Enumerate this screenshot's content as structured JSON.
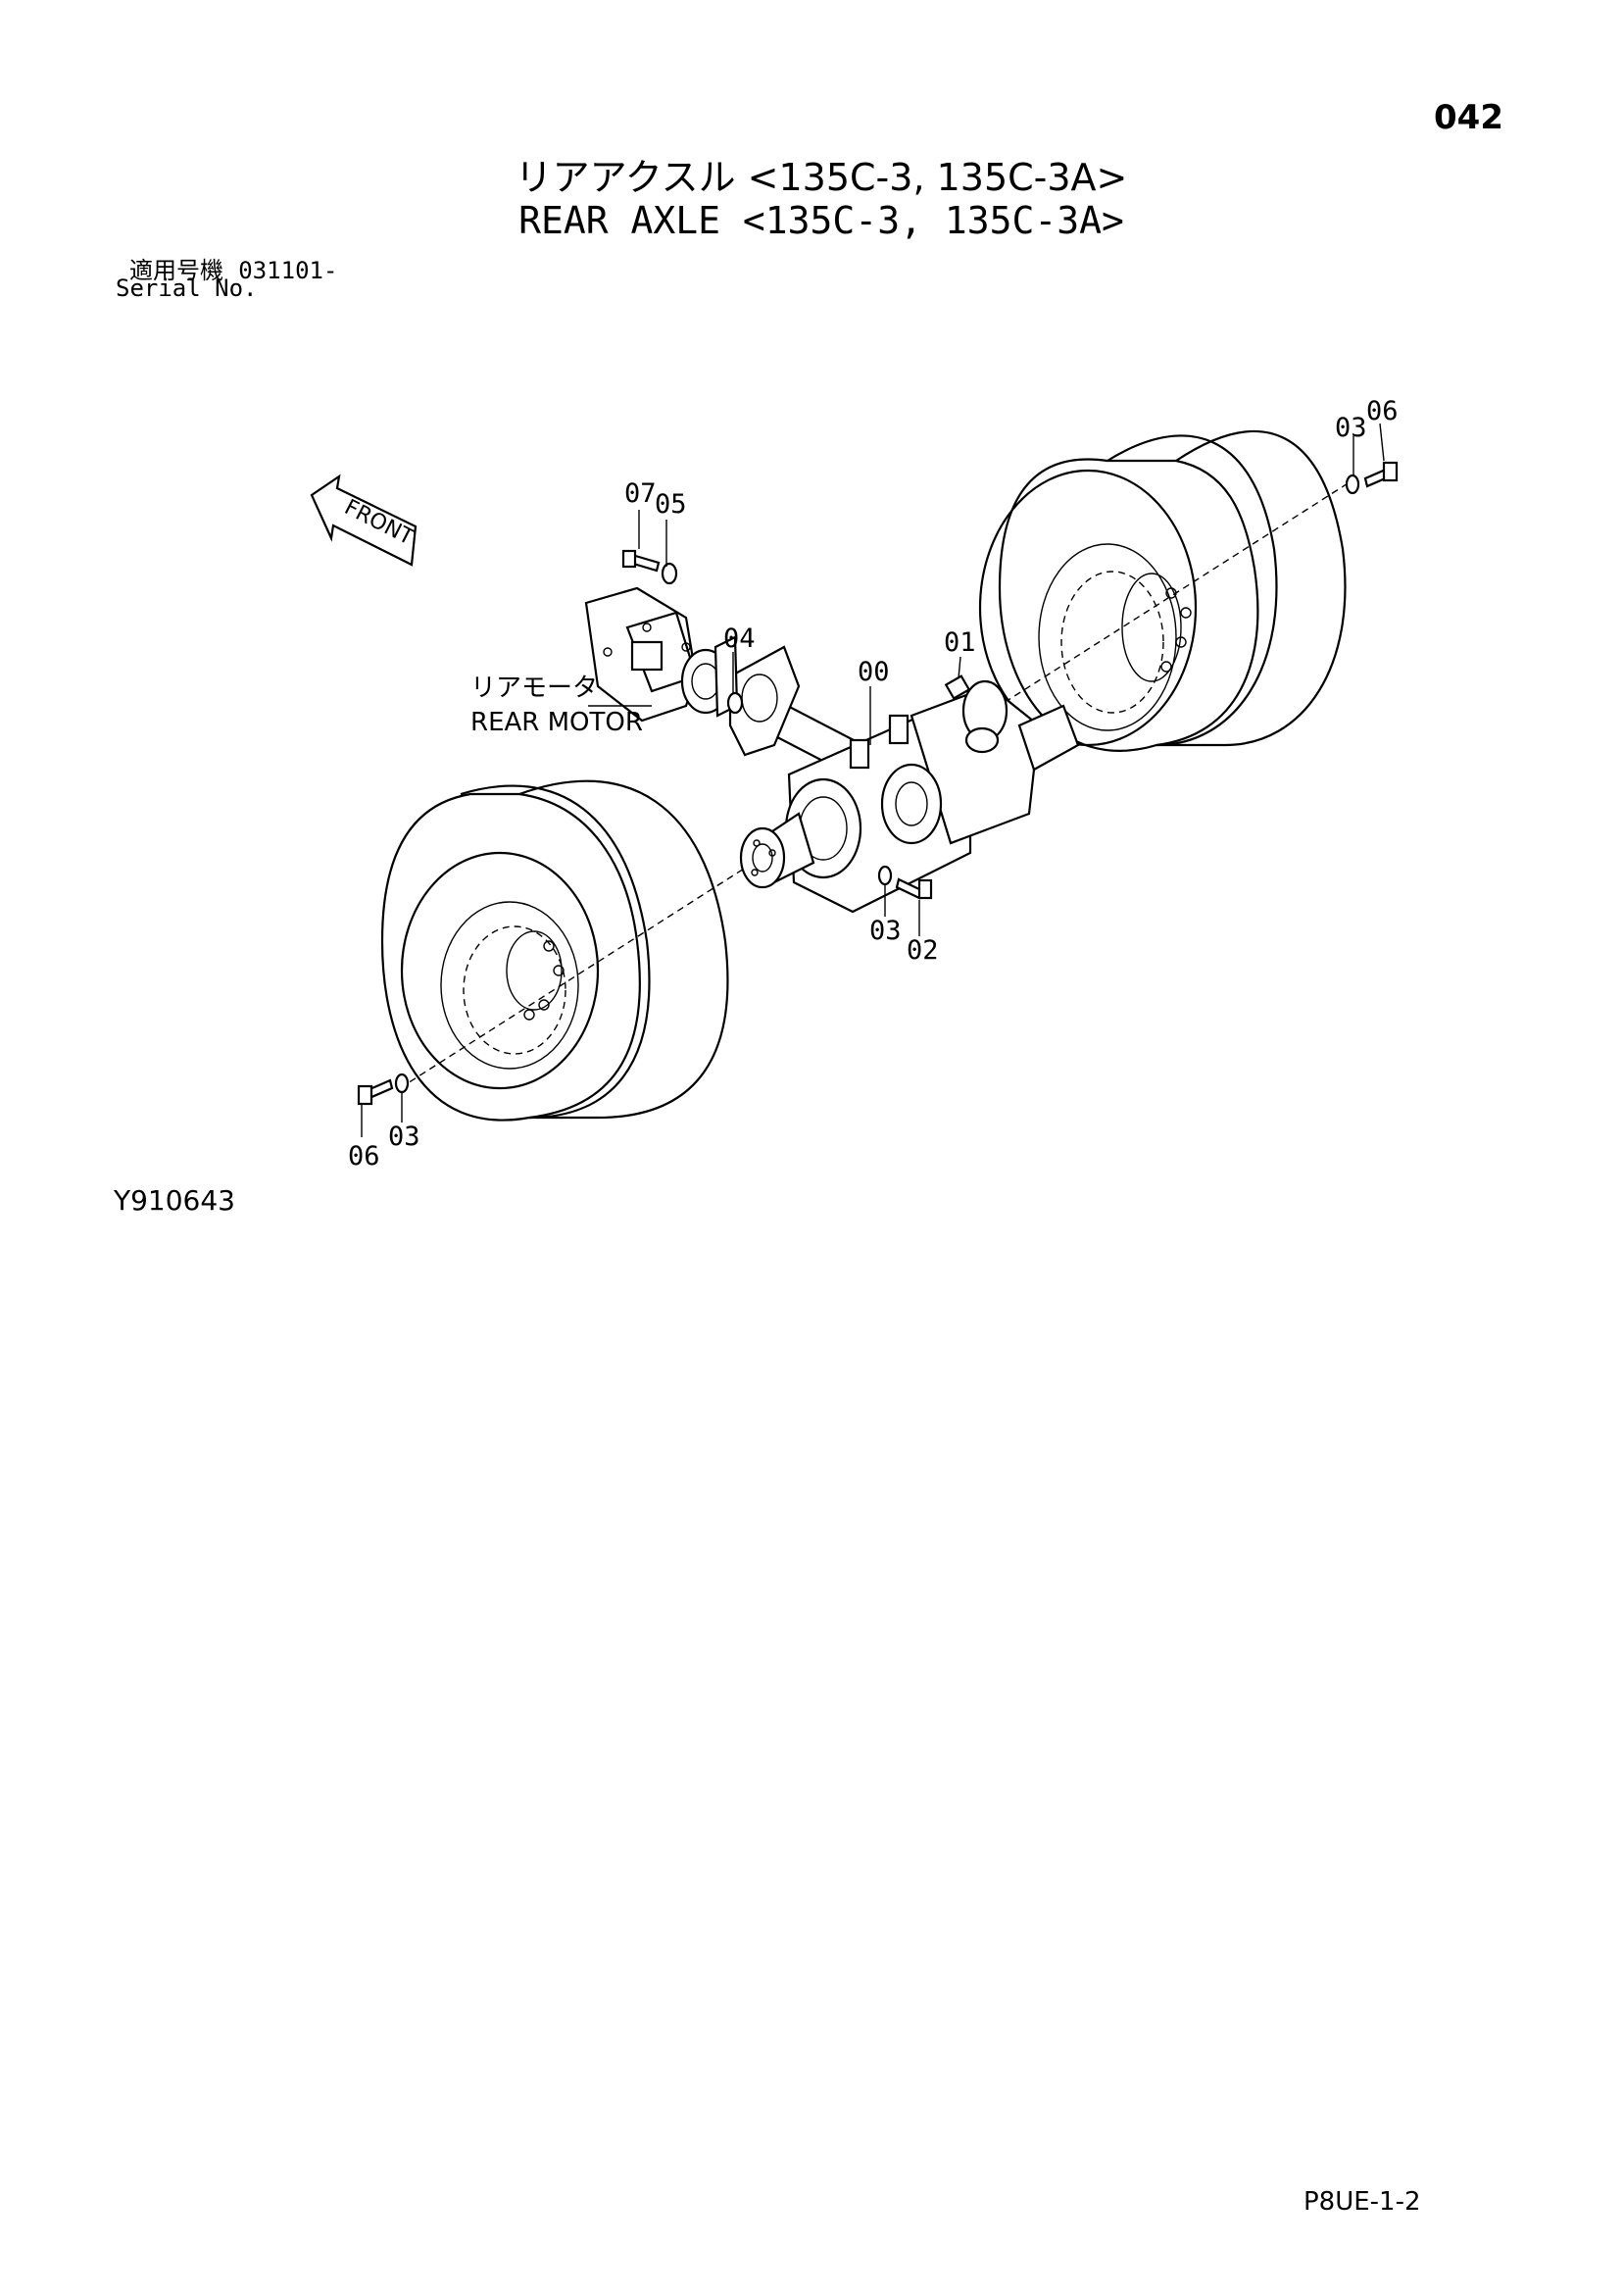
{
  "header": {
    "page_number": "042",
    "title_jp": "リアアクスル <135C-3, 135C-3A>",
    "title_en": "REAR AXLE <135C-3, 135C-3A>",
    "serial_label_jp": "適用号機",
    "serial_value": "031101-",
    "serial_label_en": "Serial No."
  },
  "diagram": {
    "front_label": "FRONT",
    "rear_motor_jp": "リアモータ",
    "rear_motor_en": "REAR MOTOR",
    "callouts": {
      "c00": "00",
      "c01": "01",
      "c02": "02",
      "c03_axle": "03",
      "c03_right": "03",
      "c03_left": "03",
      "c04": "04",
      "c05": "05",
      "c06_right": "06",
      "c06_left": "06",
      "c07": "07"
    }
  },
  "footer": {
    "figure_id": "Y910643",
    "sheet_code": "P8UE-1-2"
  }
}
